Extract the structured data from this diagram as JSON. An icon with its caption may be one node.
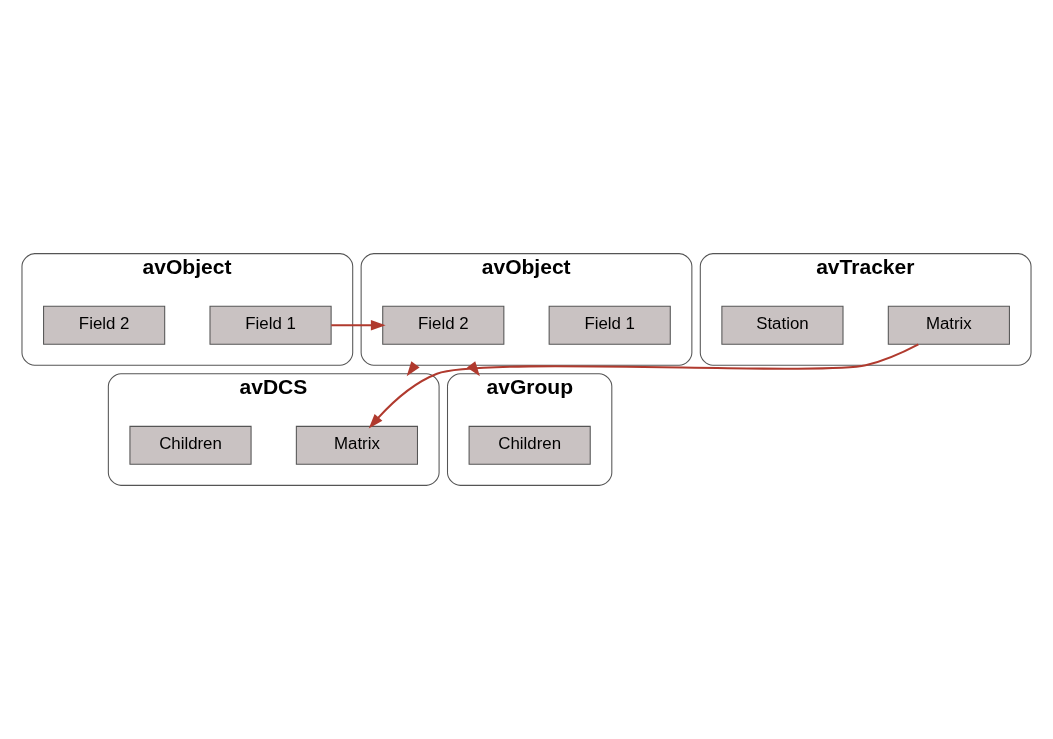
{
  "diagram": {
    "nodes": [
      {
        "text": [
          "avObject"
        ]
      },
      {
        "text": [
          "Field 1"
        ],
        "in": 0
      },
      {
        "text": [
          "Field 2"
        ],
        "in": 0
      },
      {
        "text": [
          "avObject"
        ]
      },
      {
        "text": [
          "Field 1"
        ],
        "in": 3
      },
      {
        "text": [
          "Field 2"
        ],
        "in": 3
      },
      {
        "text": [
          "avTracker"
        ]
      },
      {
        "text": [
          "Matrix"
        ],
        "in": 6
      },
      {
        "text": [
          "Station"
        ],
        "in": 6
      },
      {
        "text": [
          "avDCS"
        ]
      },
      {
        "text": [
          "Matrix"
        ],
        "in": 9
      },
      {
        "text": [
          "Children"
        ],
        "in": 9
      },
      {
        "text": [
          "avGroup"
        ]
      },
      {
        "text": [
          "Children"
        ],
        "in": 12
      }
    ],
    "edges": [
      {
        "from": 1,
        "to": 5,
        "arrow": "to"
      },
      {
        "from": 3,
        "to": 9,
        "arrow": "to"
      },
      {
        "from": 3,
        "to": 12,
        "arrow": "to"
      },
      {
        "from": 7,
        "to": 10,
        "arrow": "to"
      }
    ]
  }
}
